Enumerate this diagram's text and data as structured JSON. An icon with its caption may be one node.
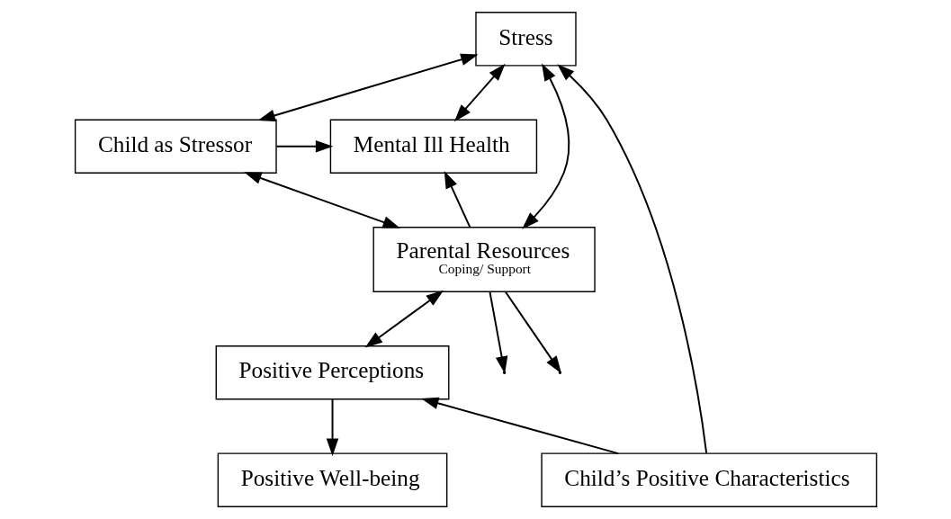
{
  "diagram": {
    "nodes": [
      {
        "text": [
          "Stress"
        ]
      },
      {
        "text": [
          "Child as Stressor"
        ]
      },
      {
        "text": [
          "Mental Ill Health"
        ]
      },
      {
        "text": [
          "Parental Resources",
          "Coping/ Support"
        ]
      },
      {
        "text": [
          "Child’s Positive Characteristics"
        ]
      },
      {
        "text": [
          "Positive Well-being"
        ]
      },
      {
        "text": [
          "Positive Perceptions"
        ]
      }
    ],
    "edges": [
      {
        "from": 1,
        "to": 2,
        "arrow": "to"
      },
      {
        "from": 4,
        "to": 0,
        "arrow": "to"
      },
      {
        "from": 0,
        "to": 1,
        "arrow": "both"
      },
      {
        "from": 0,
        "to": 2,
        "arrow": "both"
      },
      {
        "from": 3,
        "to": 0,
        "arrow": "both"
      },
      {
        "from": 3,
        "to": null,
        "arrow": "to"
      },
      {
        "from": 3,
        "to": null,
        "arrow": "to"
      },
      {
        "from": 3,
        "to": 2,
        "arrow": "to"
      },
      {
        "from": 1,
        "to": 3,
        "arrow": "both"
      },
      {
        "from": 3,
        "to": 6,
        "arrow": "both"
      },
      {
        "from": 4,
        "to": 6,
        "arrow": "to"
      },
      {
        "from": 6,
        "to": 5,
        "arrow": "to"
      }
    ]
  }
}
